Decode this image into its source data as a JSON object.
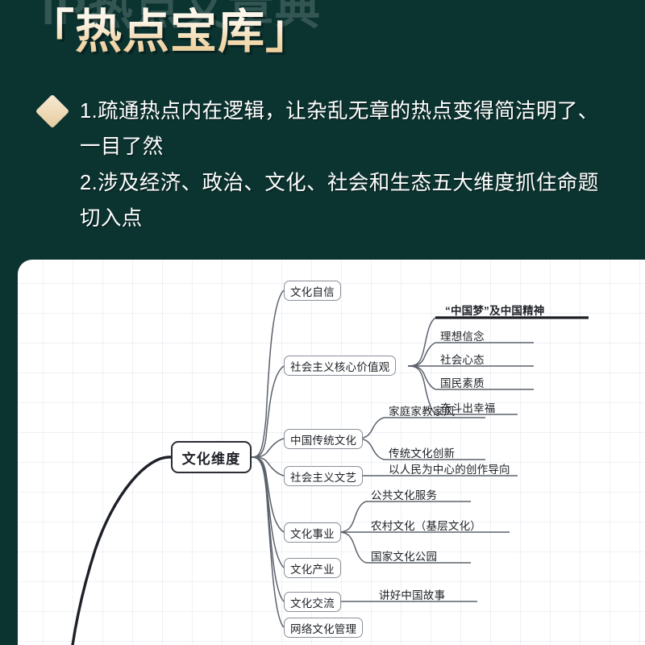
{
  "hero": {
    "watermark": "IP热点文章典",
    "headline": "「热点宝库」",
    "bullet_icon": "diamond-icon",
    "paragraph_1": "1.疏通热点内在逻辑，让杂乱无章的热点变得简洁明了、一目了然",
    "paragraph_2": "2.涉及经济、政治、文化、社会和生态五大维度抓住命题切入点",
    "colors": {
      "background": "#0b3330",
      "headline_gradient_top": "#fdf8ee",
      "headline_gradient_bottom": "#e9c791",
      "diamond": "#eed9b0",
      "text": "#ffffff"
    }
  },
  "mindmap": {
    "root": "文化维度",
    "branches": [
      {
        "label": "文化自信",
        "children": []
      },
      {
        "label": "社会主义核心价值观",
        "children": [
          "“中国梦”及中国精神",
          "理想信念",
          "社会心态",
          "国民素质",
          "奋斗出幸福"
        ]
      },
      {
        "label": "中国传统文化",
        "children": [
          "家庭家教家风",
          "传统文化创新"
        ]
      },
      {
        "label": "社会主义文艺",
        "children": [
          "以人民为中心的创作导向"
        ]
      },
      {
        "label": "文化事业",
        "children": [
          "公共文化服务",
          "农村文化（基层文化）",
          "国家文化公园"
        ]
      },
      {
        "label": "文化产业",
        "children": []
      },
      {
        "label": "文化交流",
        "children": [
          "讲好中国故事"
        ]
      },
      {
        "label": "网络文化管理",
        "children": []
      }
    ],
    "colors": {
      "card_background": "#ffffff",
      "grid_line": "#afb9cd",
      "node_border": "#8a8f99",
      "root_border": "#2a2d33",
      "connector": "#5c626c"
    }
  }
}
